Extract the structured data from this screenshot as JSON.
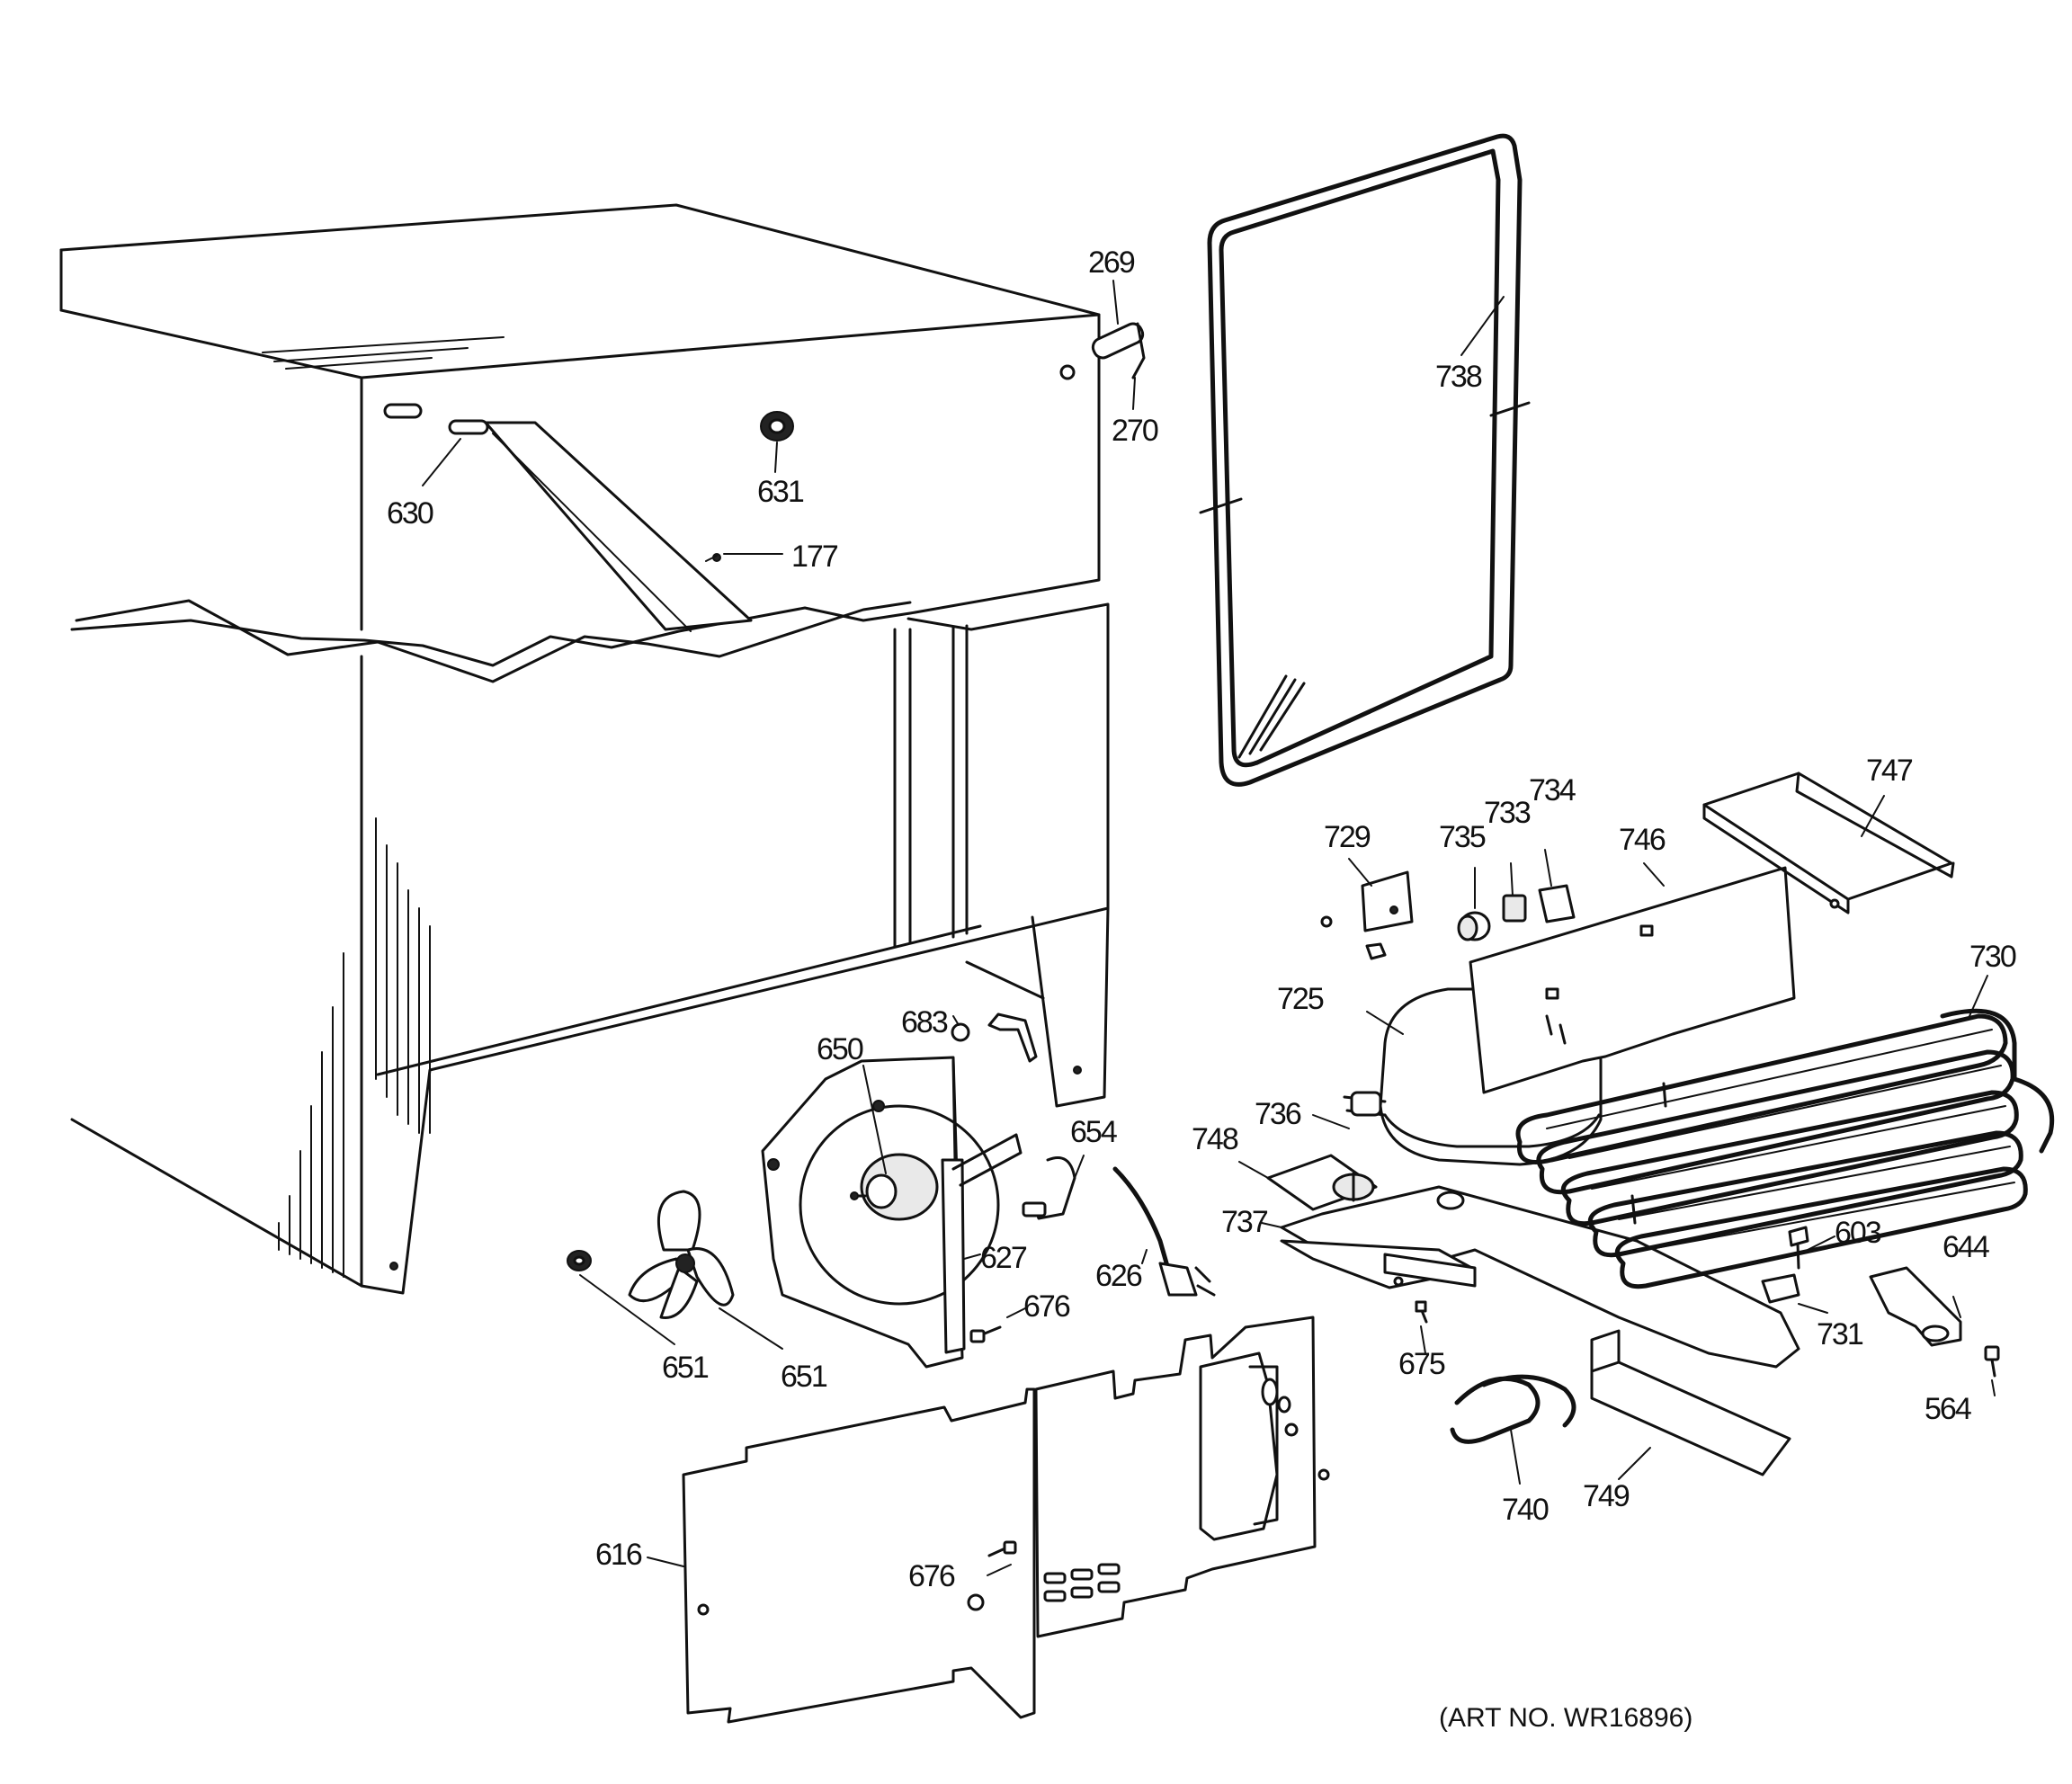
{
  "diagram": {
    "art_number": "(ART NO. WR16896)",
    "part_labels": [
      "269",
      "270",
      "630",
      "631",
      "177",
      "738",
      "729",
      "735",
      "733",
      "734",
      "746",
      "747",
      "725",
      "730",
      "736",
      "748",
      "737",
      "683",
      "650",
      "654",
      "627",
      "626",
      "676",
      "651",
      "603",
      "644",
      "731",
      "675",
      "564",
      "740",
      "749",
      "616"
    ]
  }
}
